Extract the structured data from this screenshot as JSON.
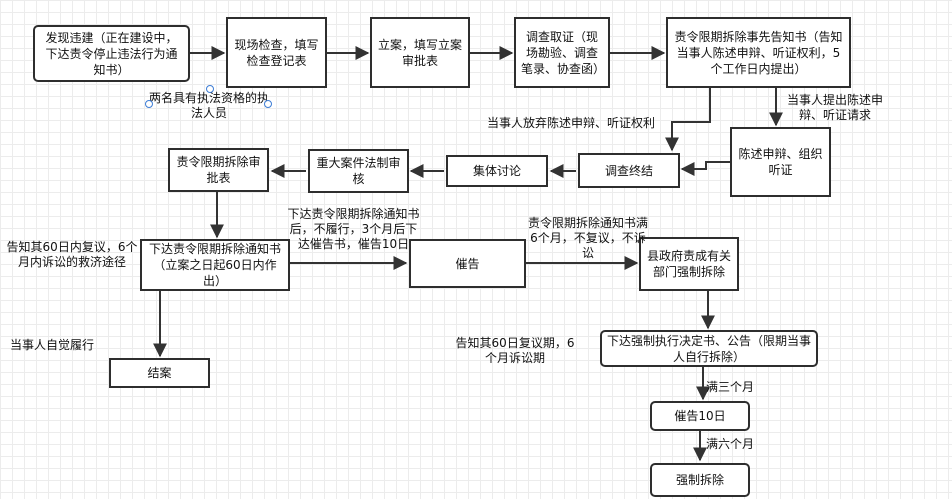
{
  "nodes": {
    "discover": "发现违建（正在建设中，下达责令停止违法行为通知书）",
    "inspect": "现场检查，填写检查登记表",
    "file": "立案，填写立案审批表",
    "investigate": "调查取证（现场勘验、调查笔录、协查函）",
    "prenotice": "责令限期拆除事先告知书（告知当事人陈述申辩、听证权利，5个工作日内提出）",
    "hearing": "陈述申辩、组织听证",
    "conclude": "调查终结",
    "discuss": "集体讨论",
    "legal_review": "重大案件法制审核",
    "approval": "责令限期拆除审批表",
    "issue_notice": "下达责令限期拆除通知书（立案之日起60日内作出）",
    "urge": "催告",
    "gov_order": "县政府责成有关部门强制拆除",
    "close": "结案",
    "enforce_decision": "下达强制执行决定书、公告（限期当事人自行拆除）",
    "urge10": "催告10日",
    "demolish": "强制拆除"
  },
  "labels": {
    "two_officers": "两名具有执法资格的执法人员",
    "waive": "当事人放弃陈述申辩、听证权利",
    "request": "当事人提出陈述申辩、听证请求",
    "notify_appeal": "告知其60日内复议，6个月内诉讼的救济途径",
    "not_complied": "下达责令限期拆除通知书后，不履行，3个月后下达催告书，催告10日",
    "six_months": "责令限期拆除通知书满6个月，不复议，不诉讼",
    "self_comply": "当事人自觉履行",
    "appeal_period": "告知其60日复议期，6个月诉讼期",
    "three_months": "满三个月",
    "six_months_2": "满六个月"
  }
}
